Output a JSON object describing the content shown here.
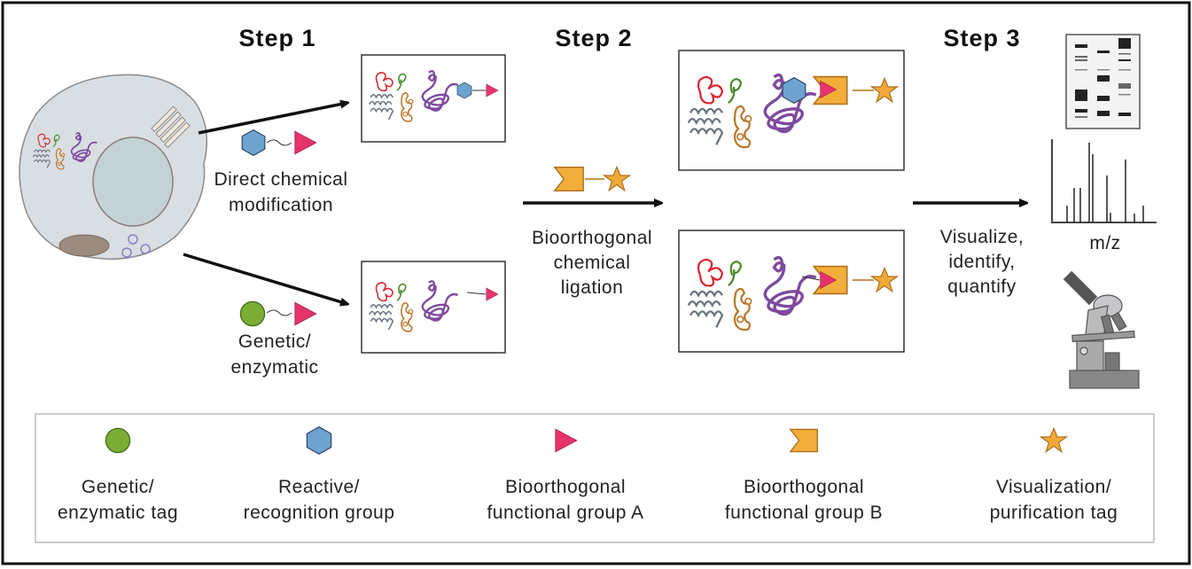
{
  "steps": {
    "step1": "Step 1",
    "step2": "Step 2",
    "step3": "Step 3"
  },
  "methods": {
    "direct": [
      "Direct chemical",
      "modification"
    ],
    "genetic": [
      "Genetic/",
      "enzymatic"
    ]
  },
  "ligation": [
    "Bioorthogonal",
    "chemical",
    "ligation"
  ],
  "analysis": [
    "Visualize,",
    "identify,",
    "quantify"
  ],
  "spectrum_axis": "m/z",
  "legend": [
    {
      "icon": "green-circle",
      "lines": [
        "Genetic/",
        "enzymatic tag"
      ]
    },
    {
      "icon": "blue-hexagon",
      "lines": [
        "Reactive/",
        "recognition group"
      ]
    },
    {
      "icon": "pink-triangle",
      "lines": [
        "Bioorthogonal",
        "functional group A"
      ]
    },
    {
      "icon": "orange-notched-square",
      "lines": [
        "Bioorthogonal",
        "functional group B"
      ]
    },
    {
      "icon": "orange-star",
      "lines": [
        "Visualization/",
        "purification tag"
      ]
    }
  ],
  "colors": {
    "tag_green": "#7cae35",
    "reactive_blue": "#6fa3cf",
    "group_a_pink": "#e5336b",
    "group_b_orange": "#f2ae3b",
    "star_orange": "#f2a93b"
  }
}
